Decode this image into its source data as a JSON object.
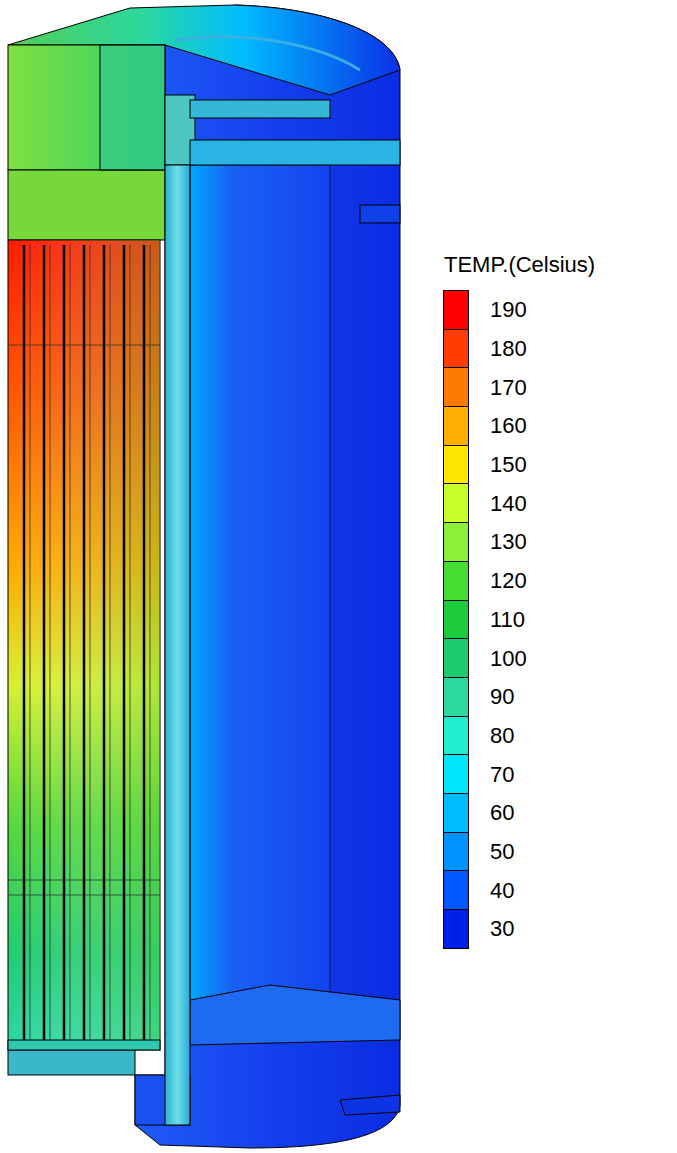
{
  "diagram": {
    "labels": [
      "TEMP.(Celsius)"
    ],
    "legend": [
      {
        "text": "190",
        "color": "#ff0000"
      },
      {
        "text": "180",
        "color": "#ff3d00"
      },
      {
        "text": "170",
        "color": "#ff7a00"
      },
      {
        "text": "160",
        "color": "#ffb000"
      },
      {
        "text": "150",
        "color": "#ffe600"
      },
      {
        "text": "140",
        "color": "#c8ff2a"
      },
      {
        "text": "130",
        "color": "#8cf03a"
      },
      {
        "text": "120",
        "color": "#44dd33"
      },
      {
        "text": "110",
        "color": "#1ccc3c"
      },
      {
        "text": "100",
        "color": "#1dcc6e"
      },
      {
        "text": "90",
        "color": "#2ad8a0"
      },
      {
        "text": "80",
        "color": "#22eecf"
      },
      {
        "text": "70",
        "color": "#00e6ff"
      },
      {
        "text": "60",
        "color": "#00bcff"
      },
      {
        "text": "50",
        "color": "#0092ff"
      },
      {
        "text": "40",
        "color": "#0058ff"
      },
      {
        "text": "30",
        "color": "#0020e8"
      }
    ]
  }
}
